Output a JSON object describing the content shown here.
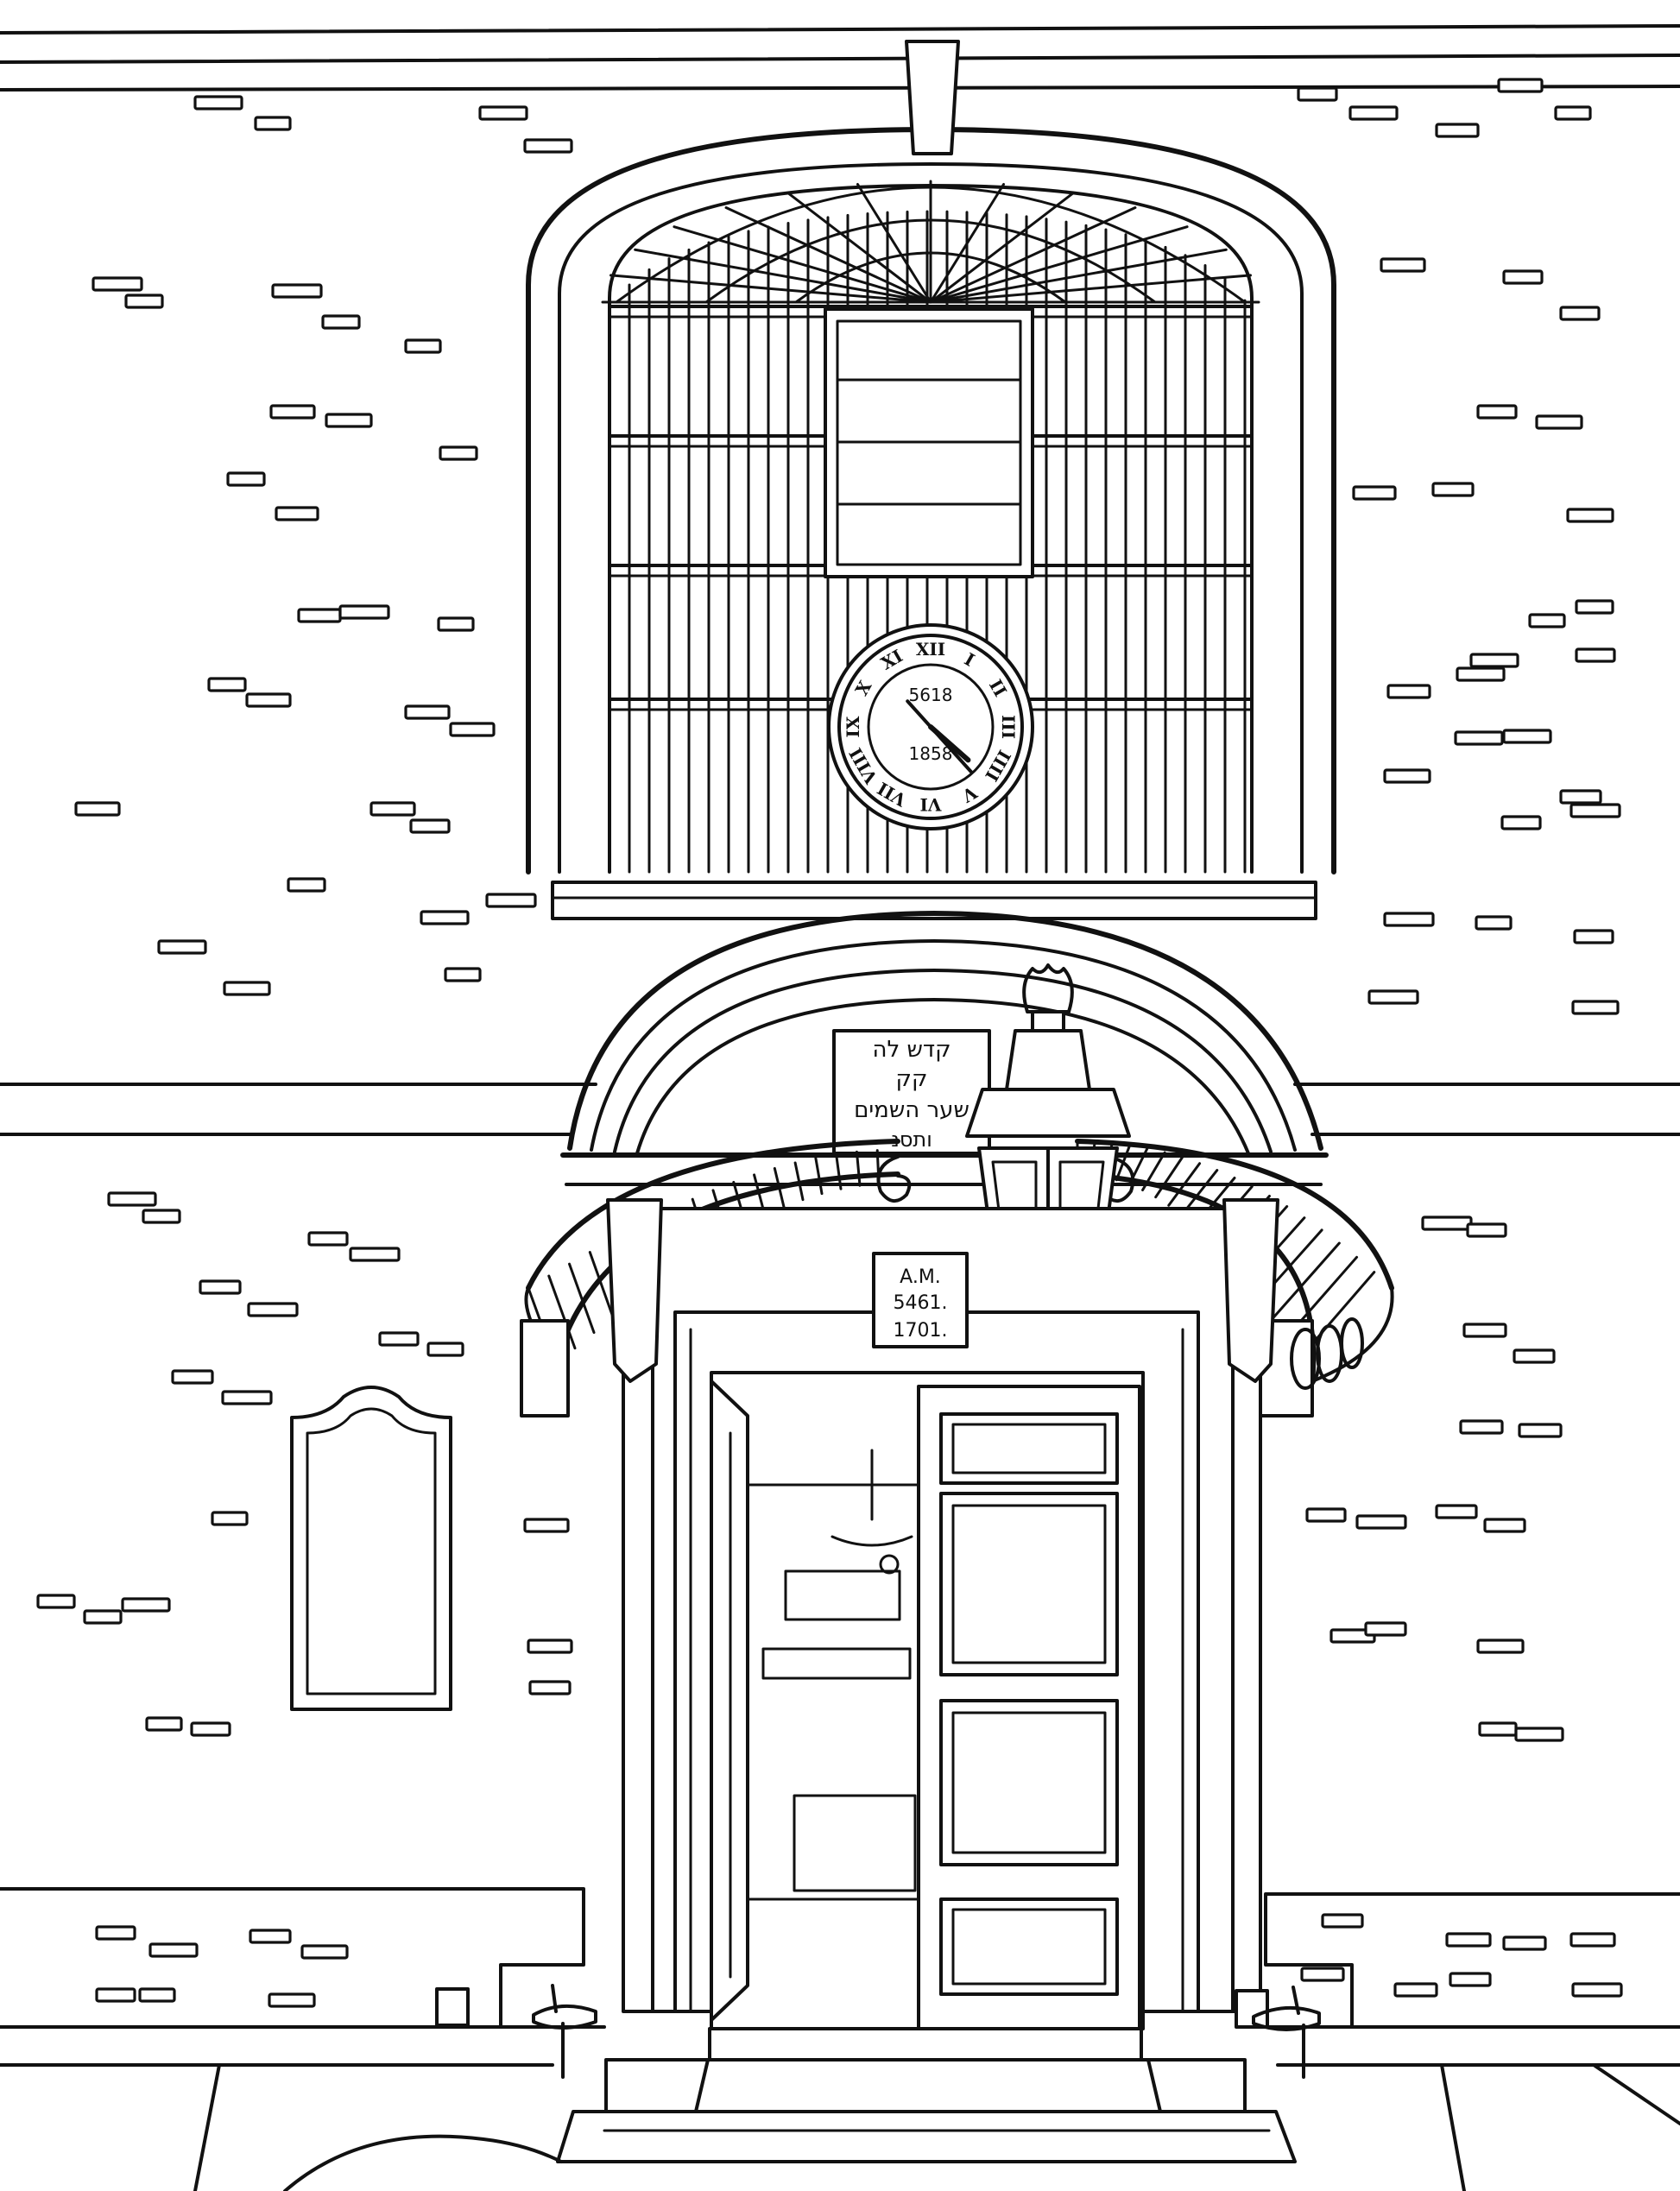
{
  "clock": {
    "hebrew_year": "5618",
    "civil_year": "1858",
    "numerals": [
      "XII",
      "I",
      "II",
      "III",
      "IIII",
      "V",
      "VI",
      "VII",
      "VIII",
      "IX",
      "X",
      "XI"
    ],
    "time": {
      "hour": 4,
      "minute": 23
    }
  },
  "door_plaque": {
    "line1": "A.M.",
    "line2": "5461.",
    "line3": "1701."
  },
  "hebrew_sign": {
    "line1": "קדש לה",
    "line2": "קק",
    "line3": "שער השמים",
    "line4": "ותסנ"
  },
  "style": {
    "ink": "#111111",
    "paper": "#ffffff"
  }
}
